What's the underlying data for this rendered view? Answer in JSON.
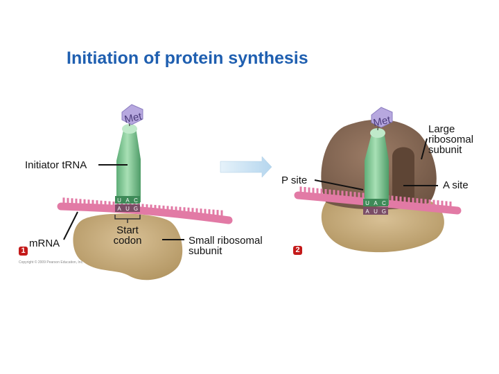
{
  "title": "Initiation of protein synthesis",
  "labels": {
    "initiator_trna": "Initiator tRNA",
    "mrna": "mRNA",
    "start_codon": "Start codon",
    "small_subunit": "Small ribosomal subunit",
    "p_site": "P site",
    "large_subunit": "Large ribosomal subunit",
    "a_site": "A site"
  },
  "amino_acid": "Met",
  "anticodon": [
    "U",
    "A",
    "C"
  ],
  "codon": [
    "A",
    "U",
    "G"
  ],
  "steps": [
    "1",
    "2"
  ],
  "copyright": "Copyright © 2009 Pearson Education, Inc.",
  "colors": {
    "title": "#1f5fb0",
    "ribosome": "#c4a978",
    "large_subunit": "#8b6b55",
    "trna": "#8fcfa0",
    "mrna": "#e27aa5",
    "met": "#b7a8df",
    "arrow": "#cce3f2",
    "step_badge": "#c41a1a"
  }
}
